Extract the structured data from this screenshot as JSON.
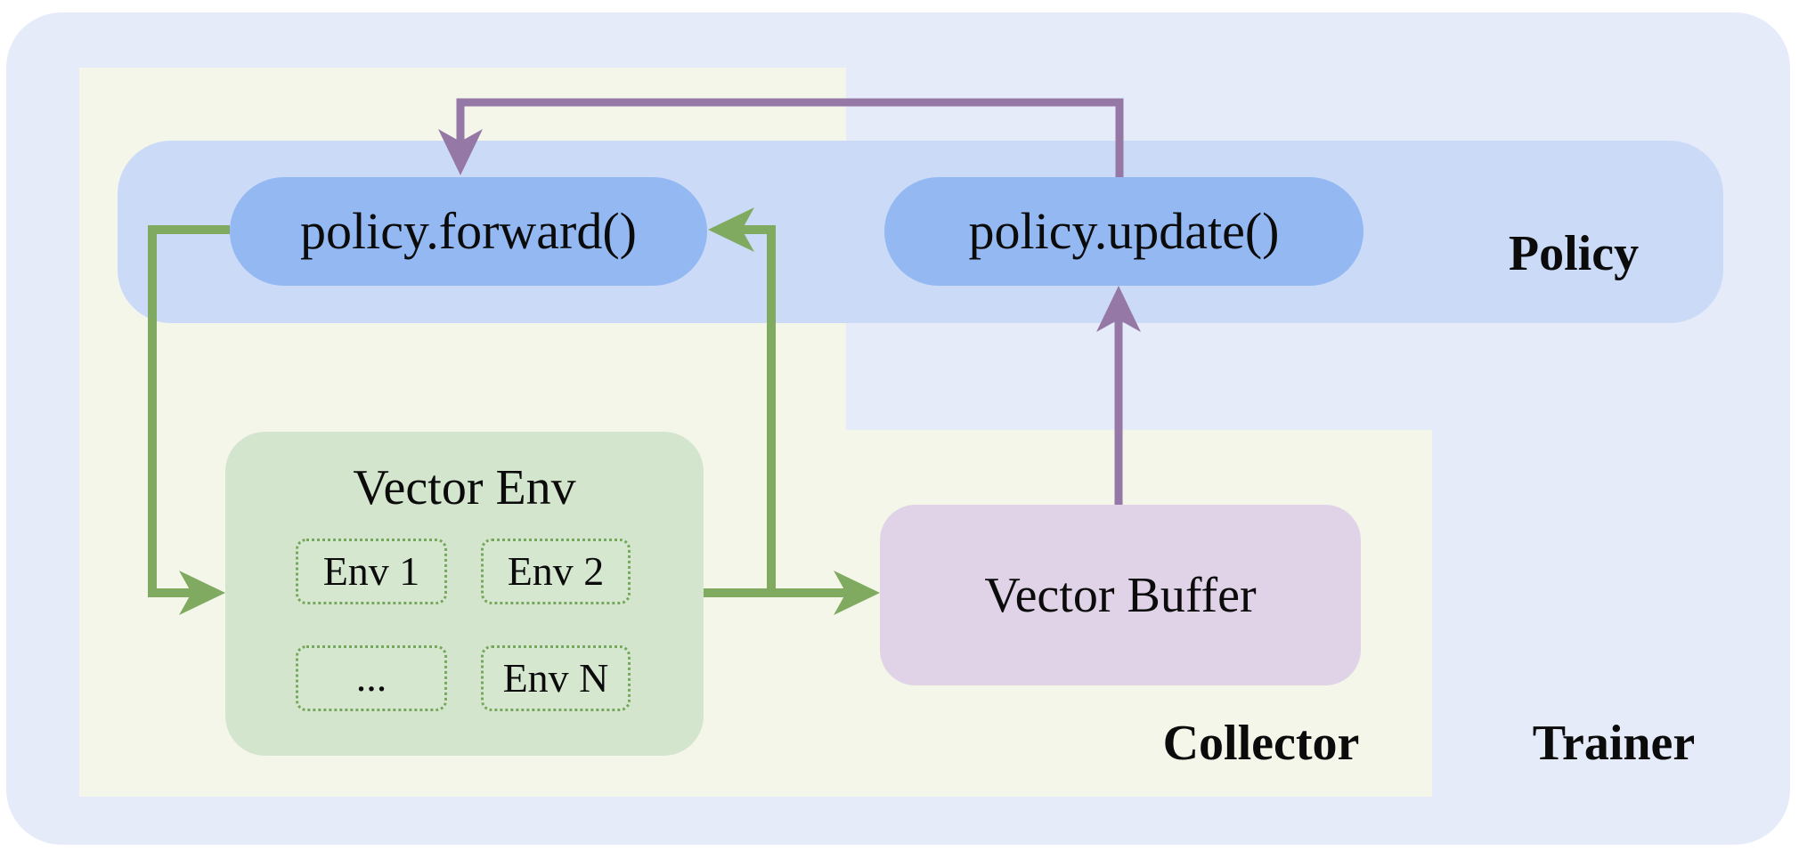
{
  "diagram": {
    "policy": {
      "forward_label": "policy.forward()",
      "update_label": "policy.update()",
      "region_label": "Policy"
    },
    "vector_env": {
      "title": "Vector Env",
      "envs": [
        "Env 1",
        "Env 2",
        "...",
        "Env N"
      ]
    },
    "vector_buffer": {
      "title": "Vector Buffer"
    },
    "collector": {
      "region_label": "Collector"
    },
    "trainer": {
      "region_label": "Trainer"
    },
    "colors": {
      "trainer_bg": "#E6EBFA",
      "collector_bg": "#F3F6E9",
      "policy_band_bg": "#CBDBF7",
      "policy_pill_bg": "#93B8F2",
      "vector_env_bg": "#D3E5CC",
      "env_cell_bg": "#D6E7D0",
      "env_cell_border": "#76A85C",
      "vector_buffer_bg": "#E0D3E8",
      "arrow_green": "#7FAA5F",
      "arrow_purple": "#9678A6",
      "text": "#0B0B0B"
    }
  }
}
